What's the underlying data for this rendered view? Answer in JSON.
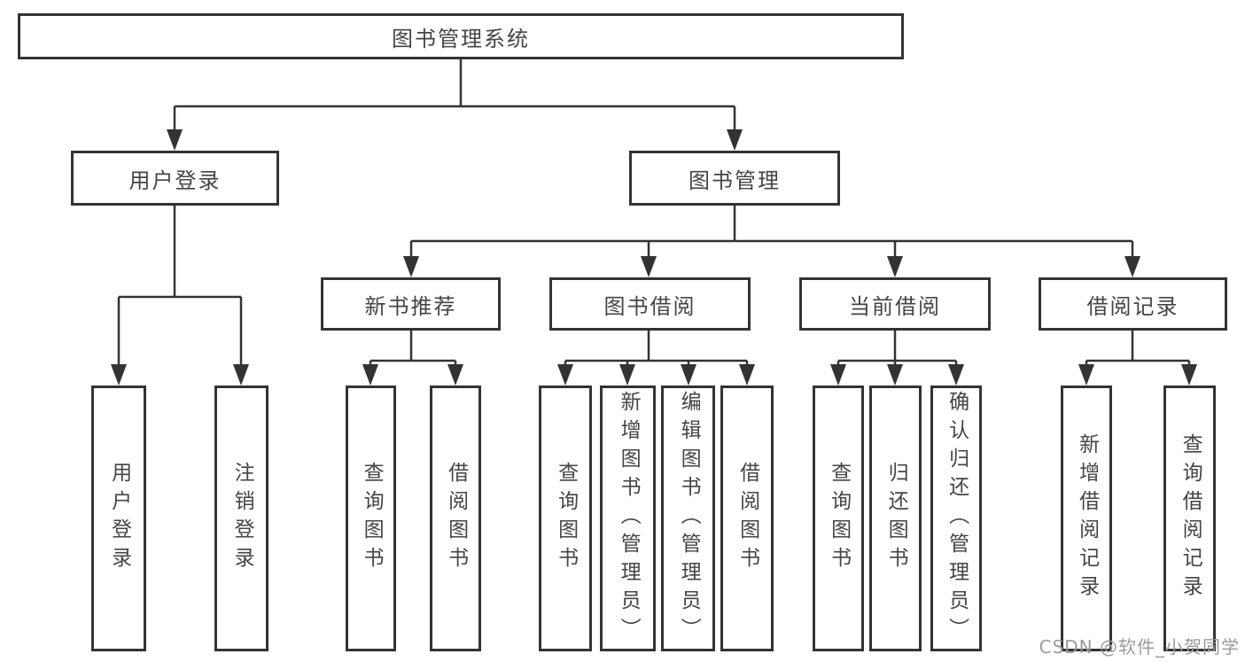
{
  "diagram": {
    "root": {
      "label": "图书管理系统",
      "children": [
        {
          "label": "用户登录",
          "children": [
            {
              "label": "用户登录"
            },
            {
              "label": "注销登录"
            }
          ]
        },
        {
          "label": "图书管理",
          "children": [
            {
              "label": "新书推荐",
              "children": [
                {
                  "label": "查询图书"
                },
                {
                  "label": "借阅图书"
                }
              ]
            },
            {
              "label": "图书借阅",
              "children": [
                {
                  "label": "查询图书"
                },
                {
                  "label": "新增图书（管理员）"
                },
                {
                  "label": "编辑图书（管理员）"
                },
                {
                  "label": "借阅图书"
                }
              ]
            },
            {
              "label": "当前借阅",
              "children": [
                {
                  "label": "查询图书"
                },
                {
                  "label": "归还图书"
                },
                {
                  "label": "确认归还（管理员）"
                }
              ]
            },
            {
              "label": "借阅记录",
              "children": [
                {
                  "label": "新增借阅记录"
                },
                {
                  "label": "查询借阅记录"
                }
              ]
            }
          ]
        }
      ]
    }
  },
  "watermark": {
    "text": "CSDN @软件_小贺同学"
  },
  "colors": {
    "line": "#333333",
    "text": "#454545",
    "background": "#ffffff",
    "watermark": "#9b9b9b"
  }
}
